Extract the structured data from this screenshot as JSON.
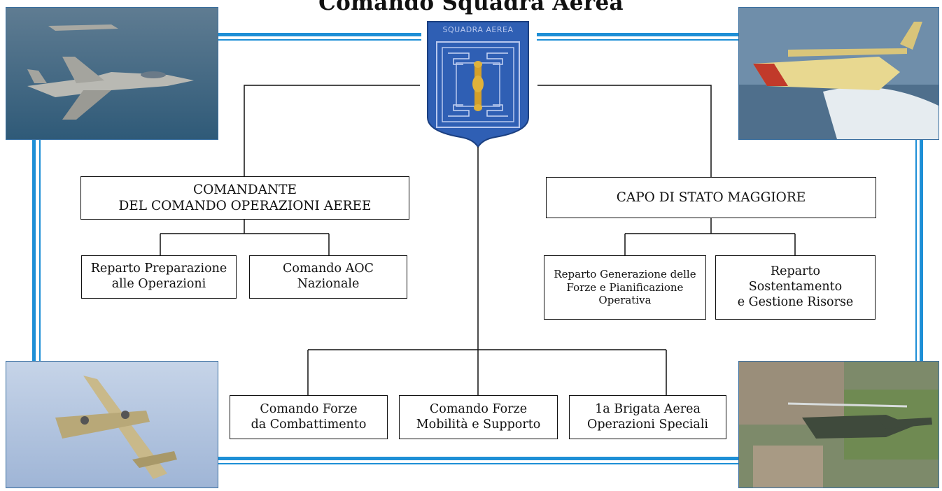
{
  "title": "Comando Squadra Aerea",
  "emblem": {
    "banner_text": "SQUADRA AEREA"
  },
  "left_branch": {
    "head": "COMANDANTE\nDEL COMANDO OPERAZIONI AEREE",
    "children": [
      "Reparto Preparazione\nalle Operazioni",
      "Comando AOC\nNazionale"
    ]
  },
  "right_branch": {
    "head": "CAPO DI STATO MAGGIORE",
    "children": [
      "Reparto Generazione delle\nForze e Pianificazione\nOperativa",
      "Reparto\nSostentamento\ne Gestione Risorse"
    ]
  },
  "bottom_branch": {
    "children": [
      "Comando Forze\nda Combattimento",
      "Comando Forze\nMobilità e Supporto",
      "1a Brigata Aerea\nOperazioni Speciali"
    ]
  },
  "colors": {
    "frame": "#1e8fd6",
    "emblem": "#2f5fb4",
    "emblem_gold": "#d4a02a"
  }
}
